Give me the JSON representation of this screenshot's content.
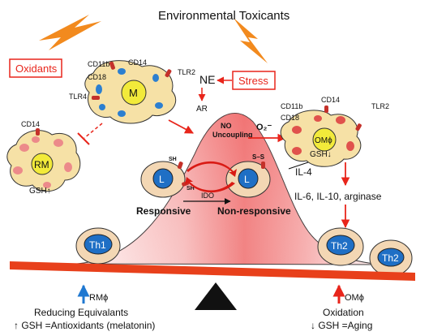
{
  "title": "Environmental Toxicants",
  "boxes": {
    "oxidants": "Oxidants",
    "stress": "Stress"
  },
  "m_cell": {
    "label": "M",
    "markers": [
      "CD11b",
      "CD18",
      "CD14",
      "TLR2",
      "TLR4"
    ]
  },
  "rm_cell": {
    "label": "RM",
    "markers": [
      "CD14"
    ],
    "gsh": "GSH↑"
  },
  "om_cell": {
    "label": "OMϕ",
    "markers": [
      "CD11b",
      "CD18",
      "CD14",
      "TLR2"
    ],
    "gsh": "GSH↓"
  },
  "ne": {
    "label": "NE",
    "ar": "AR"
  },
  "no_label": {
    "line1": "NO",
    "line2": "Uncoupling"
  },
  "o2_label": "O₂⁻",
  "lymph": {
    "label": "L",
    "sh": "SH",
    "ss": "S–S",
    "ido": "IDO",
    "responsive": "Responsive",
    "nonresponsive": "Non-responsive"
  },
  "il4": "IL-4",
  "cytokines": "IL-6, IL-10, arginase",
  "th1": "Th1",
  "th2": "Th2",
  "bottom_left": {
    "cell": "RMϕ",
    "line1": "Reducing Equivalants",
    "line2": "↑ GSH =Antioxidants (melatonin)"
  },
  "bottom_right": {
    "cell": "OMϕ",
    "line1": "Oxidation",
    "line2": "↓ GSH =Aging"
  },
  "colors": {
    "red": "#e8251b",
    "cell_fill": "#f6e1a6",
    "lymph_fill": "#f3d7b4",
    "nucleus": "#f2ea3a",
    "blue": "#1f78d1",
    "hill": "#f08585"
  }
}
